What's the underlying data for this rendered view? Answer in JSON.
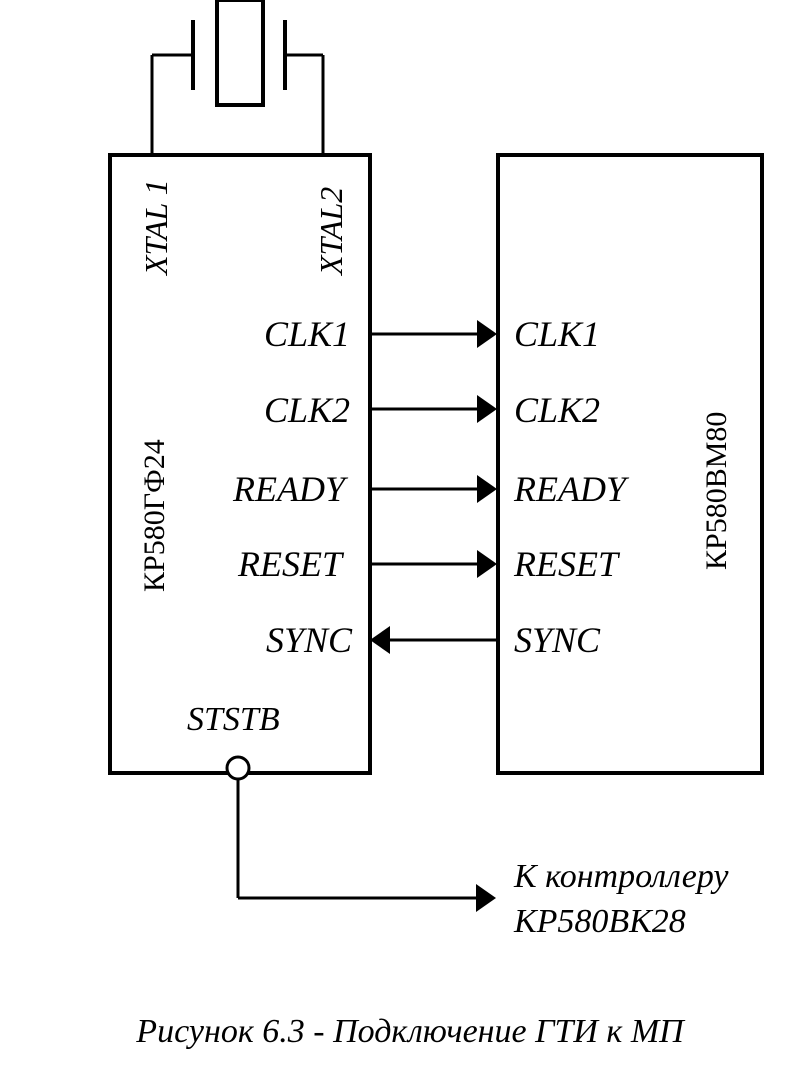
{
  "left_chip": {
    "name": "КР580ГФ24",
    "xtal1": "XTAL 1",
    "xtal2": "XTAL2",
    "ststb": "STSTB"
  },
  "right_chip": {
    "name": "КР580ВМ80"
  },
  "signals": [
    {
      "left": "CLK1",
      "right": "CLK1",
      "direction": "to-right"
    },
    {
      "left": "CLK2",
      "right": "CLK2",
      "direction": "to-right"
    },
    {
      "left": "READY",
      "right": "READY",
      "direction": "to-right"
    },
    {
      "left": "RESET",
      "right": "RESET",
      "direction": "to-right"
    },
    {
      "left": "SYNC",
      "right": "SYNC",
      "direction": "to-left"
    }
  ],
  "controller_label": {
    "line1": "К контроллеру",
    "line2": "КР580ВК28"
  },
  "caption": "Рисунок 6.3 - Подключение ГТИ к МП"
}
